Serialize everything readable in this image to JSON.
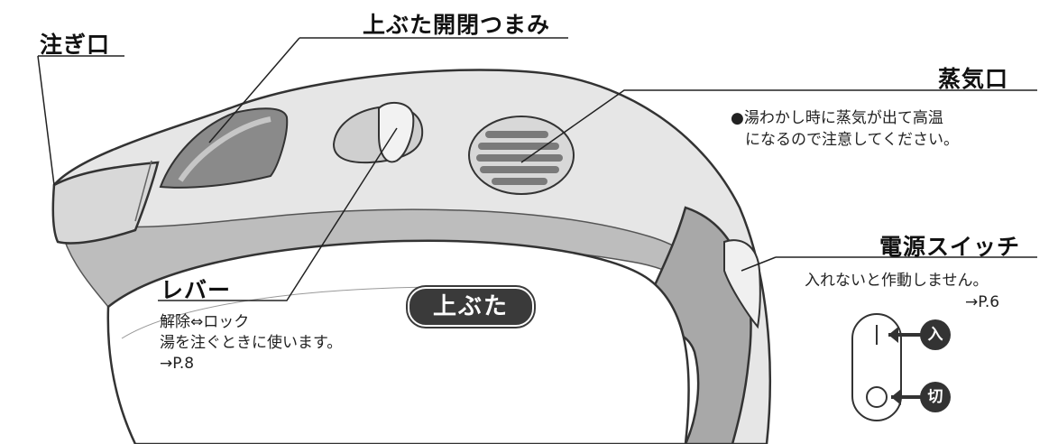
{
  "labels": {
    "spout": "注ぎ口",
    "lid_knob": "上ぶた開閉つまみ",
    "steam_vent": "蒸気口",
    "steam_note_line1": "●湯わかし時に蒸気が出て高温",
    "steam_note_line2": "になるので注意してください。",
    "power_switch": "電源スイッチ",
    "power_note": "入れないと作動しません。",
    "power_ref": "→P.6",
    "lever": "レバー",
    "lever_note_line1": "解除⇔ロック",
    "lever_note_line2": "湯を注ぐときに使います。",
    "lever_ref": "→P.8",
    "lid_badge": "上ぶた",
    "switch_on": "入",
    "switch_off": "切"
  },
  "colors": {
    "body_light": "#e6e6e6",
    "body_mid": "#bdbdbd",
    "body_dark": "#9a9a9a",
    "badge": "#3a3a3a",
    "vent_slot": "#7a7a7a"
  }
}
